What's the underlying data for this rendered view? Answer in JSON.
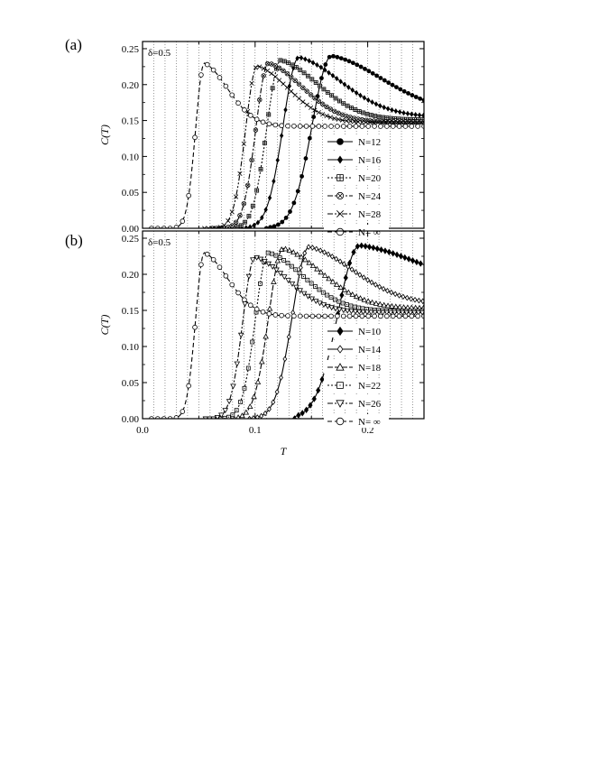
{
  "chart_data": [
    {
      "panel_label": "(a)",
      "annotation": "δ=0.5",
      "type": "line",
      "xlim": [
        0,
        0.25
      ],
      "ylim": [
        0,
        0.26
      ],
      "ylabel": "C(T)",
      "xlabel": "",
      "yticks": [
        "0.00",
        "0.05",
        "0.10",
        "0.15",
        "0.20",
        "0.25"
      ],
      "xticks": [],
      "legend_position": "bottom-right",
      "grid": "vertical dotted lines",
      "series": [
        {
          "name": "N=12",
          "marker": "filled-circle",
          "dash": "",
          "peak_T": 0.168,
          "peak_C": 0.24,
          "width": 0.044,
          "tail_C": 0.16,
          "onset_T": 0.11
        },
        {
          "name": "N=16",
          "marker": "filled-diamond",
          "dash": "",
          "peak_T": 0.139,
          "peak_C": 0.238,
          "width": 0.036,
          "tail_C": 0.155,
          "onset_T": 0.085
        },
        {
          "name": "N=20",
          "marker": "boxed-plus",
          "dash": "2,2",
          "peak_T": 0.123,
          "peak_C": 0.234,
          "width": 0.032,
          "tail_C": 0.151,
          "onset_T": 0.07
        },
        {
          "name": "N=24",
          "marker": "circled-x",
          "dash": "6,2,2,2",
          "peak_T": 0.112,
          "peak_C": 0.23,
          "width": 0.029,
          "tail_C": 0.148,
          "onset_T": 0.062
        },
        {
          "name": "N=28",
          "marker": "x",
          "dash": "6,2,2,2,2,2",
          "peak_T": 0.102,
          "peak_C": 0.226,
          "width": 0.027,
          "tail_C": 0.147,
          "onset_T": 0.055
        },
        {
          "name": "N= ∞",
          "marker": "open-circle",
          "dash": "5,3",
          "peak_T": 0.055,
          "peak_C": 0.23,
          "width": 0.02,
          "tail_C": 0.142,
          "onset_T": 0.008
        }
      ]
    },
    {
      "panel_label": "(b)",
      "annotation": "δ=0.5",
      "type": "line",
      "xlim": [
        0,
        0.25
      ],
      "ylim": [
        0,
        0.26
      ],
      "ylabel": "C(T)",
      "xlabel": "T",
      "yticks": [
        "0.00",
        "0.05",
        "0.10",
        "0.15",
        "0.20",
        "0.25"
      ],
      "xticks": [
        "0.0",
        "0.1",
        "0.2"
      ],
      "legend_position": "bottom-right",
      "grid": "vertical dotted lines",
      "series": [
        {
          "name": "N=10",
          "marker": "filled-diamond-large",
          "dash": "",
          "peak_T": 0.193,
          "peak_C": 0.24,
          "width": 0.05,
          "tail_C": 0.182,
          "onset_T": 0.135
        },
        {
          "name": "N=14",
          "marker": "open-diamond",
          "dash": "",
          "peak_T": 0.148,
          "peak_C": 0.238,
          "width": 0.038,
          "tail_C": 0.158,
          "onset_T": 0.095
        },
        {
          "name": "N=18",
          "marker": "open-triangle-up",
          "dash": "6,2",
          "peak_T": 0.125,
          "peak_C": 0.236,
          "width": 0.033,
          "tail_C": 0.153,
          "onset_T": 0.078
        },
        {
          "name": "N=22",
          "marker": "boxed-dot",
          "dash": "2,2",
          "peak_T": 0.112,
          "peak_C": 0.23,
          "width": 0.03,
          "tail_C": 0.149,
          "onset_T": 0.066
        },
        {
          "name": "N=26",
          "marker": "open-triangle-down",
          "dash": "6,2,2,2",
          "peak_T": 0.1,
          "peak_C": 0.224,
          "width": 0.028,
          "tail_C": 0.147,
          "onset_T": 0.056
        },
        {
          "name": "N= ∞",
          "marker": "open-circle",
          "dash": "5,3",
          "peak_T": 0.055,
          "peak_C": 0.23,
          "width": 0.02,
          "tail_C": 0.142,
          "onset_T": 0.008
        }
      ]
    }
  ]
}
